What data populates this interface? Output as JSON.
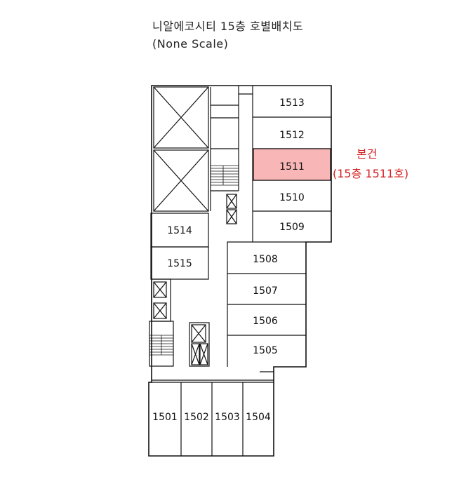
{
  "header": {
    "title": "니알에코시티 15층 호별배치도",
    "subtitle": "(None Scale)"
  },
  "highlight": {
    "label_line1": "본건",
    "label_line2": "(15층 1511호)",
    "color": "#f9b6b6",
    "text_color": "#d42020"
  },
  "units": {
    "u1501": "1501",
    "u1502": "1502",
    "u1503": "1503",
    "u1504": "1504",
    "u1505": "1505",
    "u1506": "1506",
    "u1507": "1507",
    "u1508": "1508",
    "u1509": "1509",
    "u1510": "1510",
    "u1511": "1511",
    "u1512": "1512",
    "u1513": "1513",
    "u1514": "1514",
    "u1515": "1515"
  }
}
